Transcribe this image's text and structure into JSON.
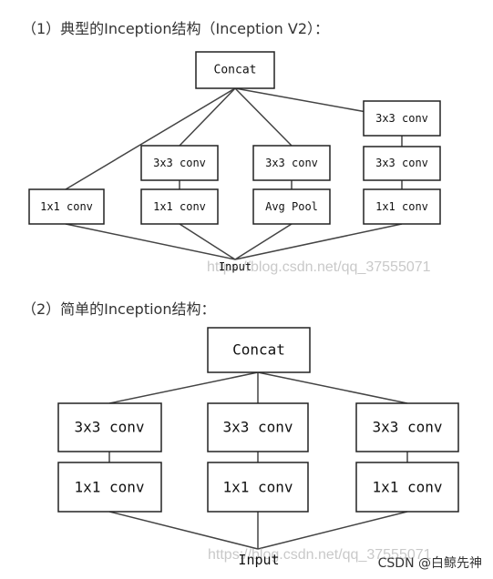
{
  "captions": {
    "typical": "（1）典型的Inception结构（Inception V2）：",
    "simple": "（2）简单的Inception结构："
  },
  "diagram_v2": {
    "concat": "Concat",
    "input": "Input",
    "branch1": {
      "layer1": "1x1 conv"
    },
    "branch2": {
      "layer1": "1x1 conv",
      "layer2": "3x3 conv"
    },
    "branch3": {
      "layer1": "Avg Pool",
      "layer2": "3x3 conv"
    },
    "branch4": {
      "layer1": "1x1 conv",
      "layer2": "3x3 conv",
      "layer3": "3x3 conv"
    },
    "watermark": "https://blog.csdn.net/qq_37555071"
  },
  "diagram_simple": {
    "concat": "Concat",
    "input": "Input",
    "branch1": {
      "layer1": "1x1 conv",
      "layer2": "3x3 conv"
    },
    "branch2": {
      "layer1": "1x1 conv",
      "layer2": "3x3 conv"
    },
    "branch3": {
      "layer1": "1x1 conv",
      "layer2": "3x3 conv"
    },
    "watermark": "https://blog.csdn.net/qq_37555071"
  },
  "credit": "CSDN @白鲸先神"
}
